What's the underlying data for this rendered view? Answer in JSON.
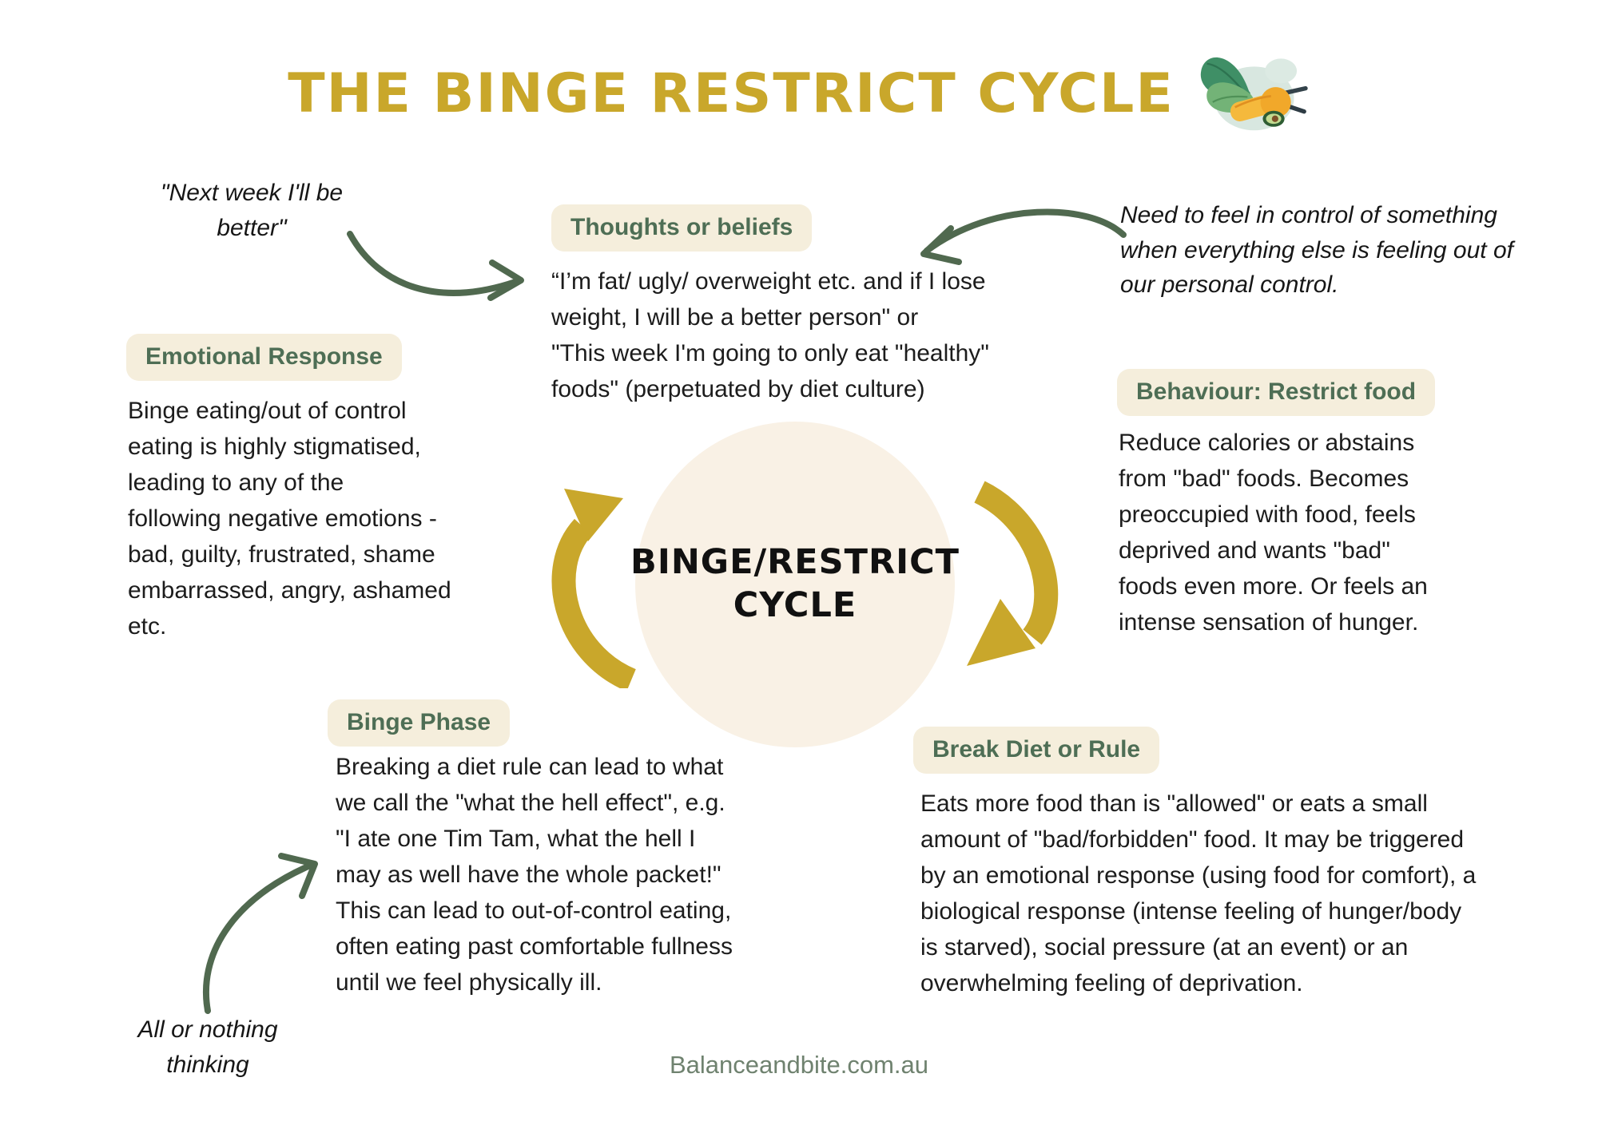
{
  "colors": {
    "accent_yellow": "#C9A72B",
    "badge_background": "#F5EEDC",
    "heading_green": "#4E6E55",
    "arrow_green": "#50694F",
    "circle_background": "#F9F1E5",
    "body_text": "#1C1C1C",
    "footer_green": "#6F826F"
  },
  "header": {
    "title": "THE BINGE RESTRICT CYCLE",
    "logo_icon": "vegetables-icon"
  },
  "annotations": {
    "next_week_quote": "\"Next week I'll be\nbetter\"",
    "need_control_note": "Need to feel in control of something\nwhen everything else is feeling out of\nour personal control.",
    "all_or_nothing_note": "All or nothing\nthinking"
  },
  "center": {
    "label": "BINGE/RESTRICT\nCYCLE"
  },
  "sections": {
    "thoughts": {
      "label": "Thoughts or beliefs",
      "body": "“I’m fat/ ugly/ overweight etc. and if I lose\nweight, I will be a better person\" or\n\"This week I'm going to only eat \"healthy\"\nfoods\" (perpetuated by diet culture)"
    },
    "emotional": {
      "label": "Emotional Response",
      "body": "Binge eating/out of control\neating is highly stigmatised,\nleading to any of the\nfollowing negative emotions -\nbad, guilty, frustrated, shame\nembarrassed, angry, ashamed\netc."
    },
    "behaviour": {
      "label": "Behaviour: Restrict food",
      "body": "Reduce calories or abstains\nfrom \"bad\" foods. Becomes\npreoccupied with food, feels\ndeprived and wants \"bad\"\nfoods even more. Or feels an\nintense sensation of hunger."
    },
    "binge": {
      "label": "Binge Phase",
      "body": "Breaking a diet rule can lead to what\nwe call the \"what the hell effect\", e.g.\n\"I ate one Tim Tam, what the hell I\nmay as well have the whole packet!\"\nThis can lead to out-of-control eating,\noften eating past comfortable fullness\nuntil we feel physically ill."
    },
    "break_diet": {
      "label": "Break Diet or Rule",
      "body": "Eats more food than is \"allowed\" or eats a small\namount of \"bad/forbidden\" food. It may be triggered\nby an emotional response (using food for comfort), a\nbiological response (intense feeling of hunger/body\nis starved), social pressure (at an event) or an\noverwhelming feeling of deprivation."
    }
  },
  "footer": {
    "website": "Balanceandbite.com.au"
  }
}
